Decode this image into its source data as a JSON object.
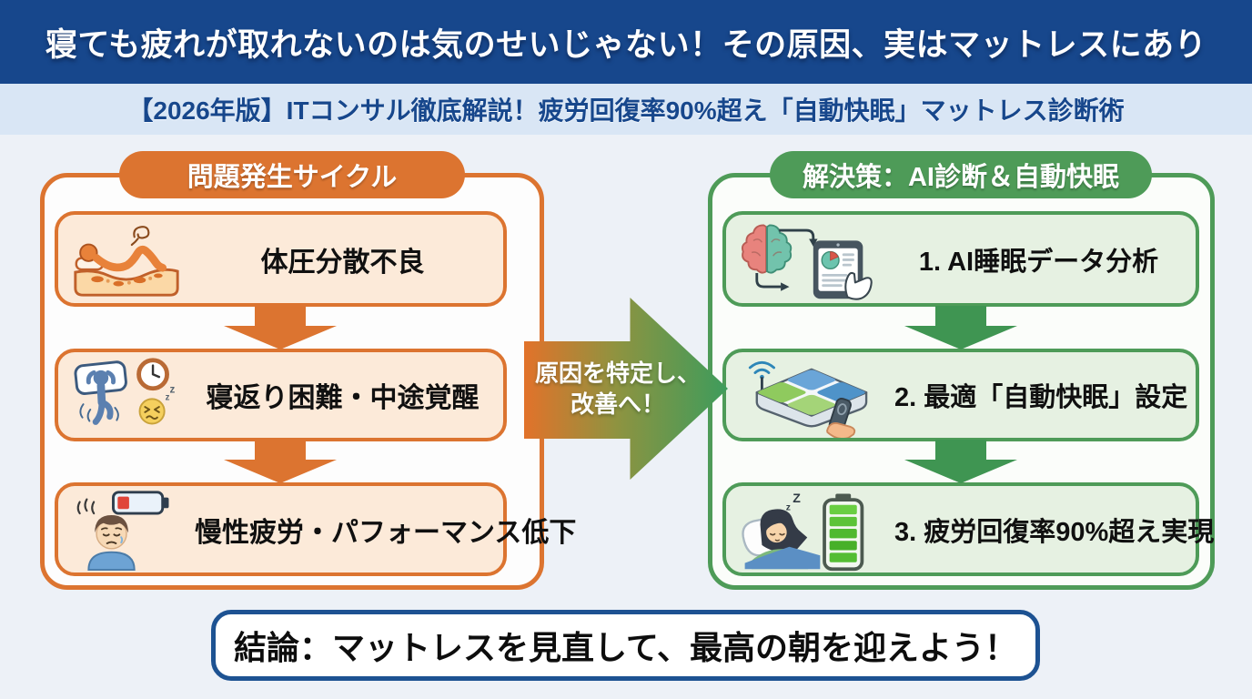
{
  "banner": {
    "title": "寝ても疲れが取れないのは気のせいじゃない！その原因、実はマットレスにあり",
    "bg_color": "#17478c"
  },
  "subbanner": {
    "text": "【2026年版】ITコンサル徹底解説！疲労回復率90%超え「自動快眠」マットレス診断術",
    "bg_color": "#d9e6f5",
    "text_color": "#17478c"
  },
  "problem_panel": {
    "title": "問題発生サイクル",
    "accent_color": "#dc7430",
    "box_fill_color": "#fcead9",
    "items": [
      {
        "label": "体圧分散不良",
        "icon": "sagging-mattress-person-icon"
      },
      {
        "label": "寝返り困難・中途覚醒",
        "icon": "restless-sleeper-clock-icon"
      },
      {
        "label": "慢性疲労・パフォーマンス低下",
        "icon": "tired-man-low-battery-icon"
      }
    ]
  },
  "transition_arrow": {
    "line1": "原因を特定し、",
    "line2": "改善へ！",
    "gradient_start": "#e2722a",
    "gradient_end": "#3d9c5c"
  },
  "solution_panel": {
    "title": "解決策：AI診断＆自動快眠",
    "accent_color": "#4e9b58",
    "box_fill_color": "#e6f1e2",
    "items": [
      {
        "label": "1. AI睡眠データ分析",
        "icon": "ai-brain-tablet-icon"
      },
      {
        "label": "2. 最適「自動快眠」設定",
        "icon": "smart-mattress-remote-icon"
      },
      {
        "label": "3. 疲労回復率90%超え実現",
        "icon": "sleeping-woman-full-battery-icon"
      }
    ]
  },
  "conclusion": {
    "text": "結論：マットレスを見直して、最高の朝を迎えよう！",
    "border_color": "#1d5292"
  }
}
